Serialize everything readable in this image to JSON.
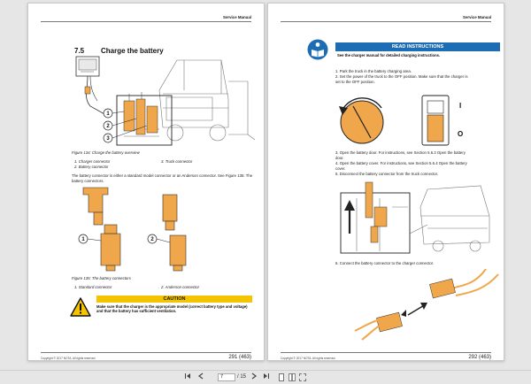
{
  "left_page": {
    "header": "Service Manual",
    "section_number": "7.5",
    "section_title": "Charge the battery",
    "figure_134_caption": "Figure 134: Charge the battery overview",
    "legend_134": [
      "1.  Charger connector",
      "2.  Battery connector",
      "3.  Truck connector"
    ],
    "body_text": "The battery connector is either a standard model connector or an Anderson connector. See Figure 135: The battery connectors.",
    "figure_135_caption": "Figure 135: The battery connectors",
    "legend_135": [
      "1.  Standard connector",
      "2.  Anderson connector"
    ],
    "callout_numbers": [
      "1",
      "2",
      "3"
    ],
    "callout_numbers_135": [
      "1",
      "2"
    ],
    "caution_label": "CAUTION",
    "caution_text": "Make sure that the charger is the appropriate model (correct battery type and voltage) and that the battery has sufficient ventilation.",
    "footer_copy": "Copyright © 2017 NOTA. All rights reserved.",
    "page_number": "291 (463)"
  },
  "right_page": {
    "header": "Service Manual",
    "info_label": "READ INSTRUCTIONS",
    "info_text": "See the charger manual for detailed charging instructions.",
    "steps_a": [
      "1.  Park the truck in the battery charging area.",
      "2.  Set the power of the truck to the OFF position. Make sure that the charger is",
      "     set to the OFF position."
    ],
    "switch_on": "I",
    "switch_off": "O",
    "steps_b": [
      "3.  Open the battery door. For instructions, see Section 5.6.3 Open the battery",
      "     door.",
      "4.  Open the battery cover. For instructions, see Section 5.6.4 Open the battery",
      "     cover.",
      "5.  Disconnect the battery connector from the truck connector."
    ],
    "step_6": "6.  Connect the battery connector to the charger connector.",
    "footer_copy": "Copyright © 2017 NOTA. All rights reserved.",
    "page_number": "292 (463)"
  },
  "toolbar": {
    "current_page": "7",
    "total_pages": "/ 15",
    "buttons": [
      "first-page",
      "prev-page",
      "next-page",
      "last-page"
    ]
  },
  "colors": {
    "caution": "#f5c400",
    "info": "#1d6db4",
    "connector": "#f0a64a"
  }
}
